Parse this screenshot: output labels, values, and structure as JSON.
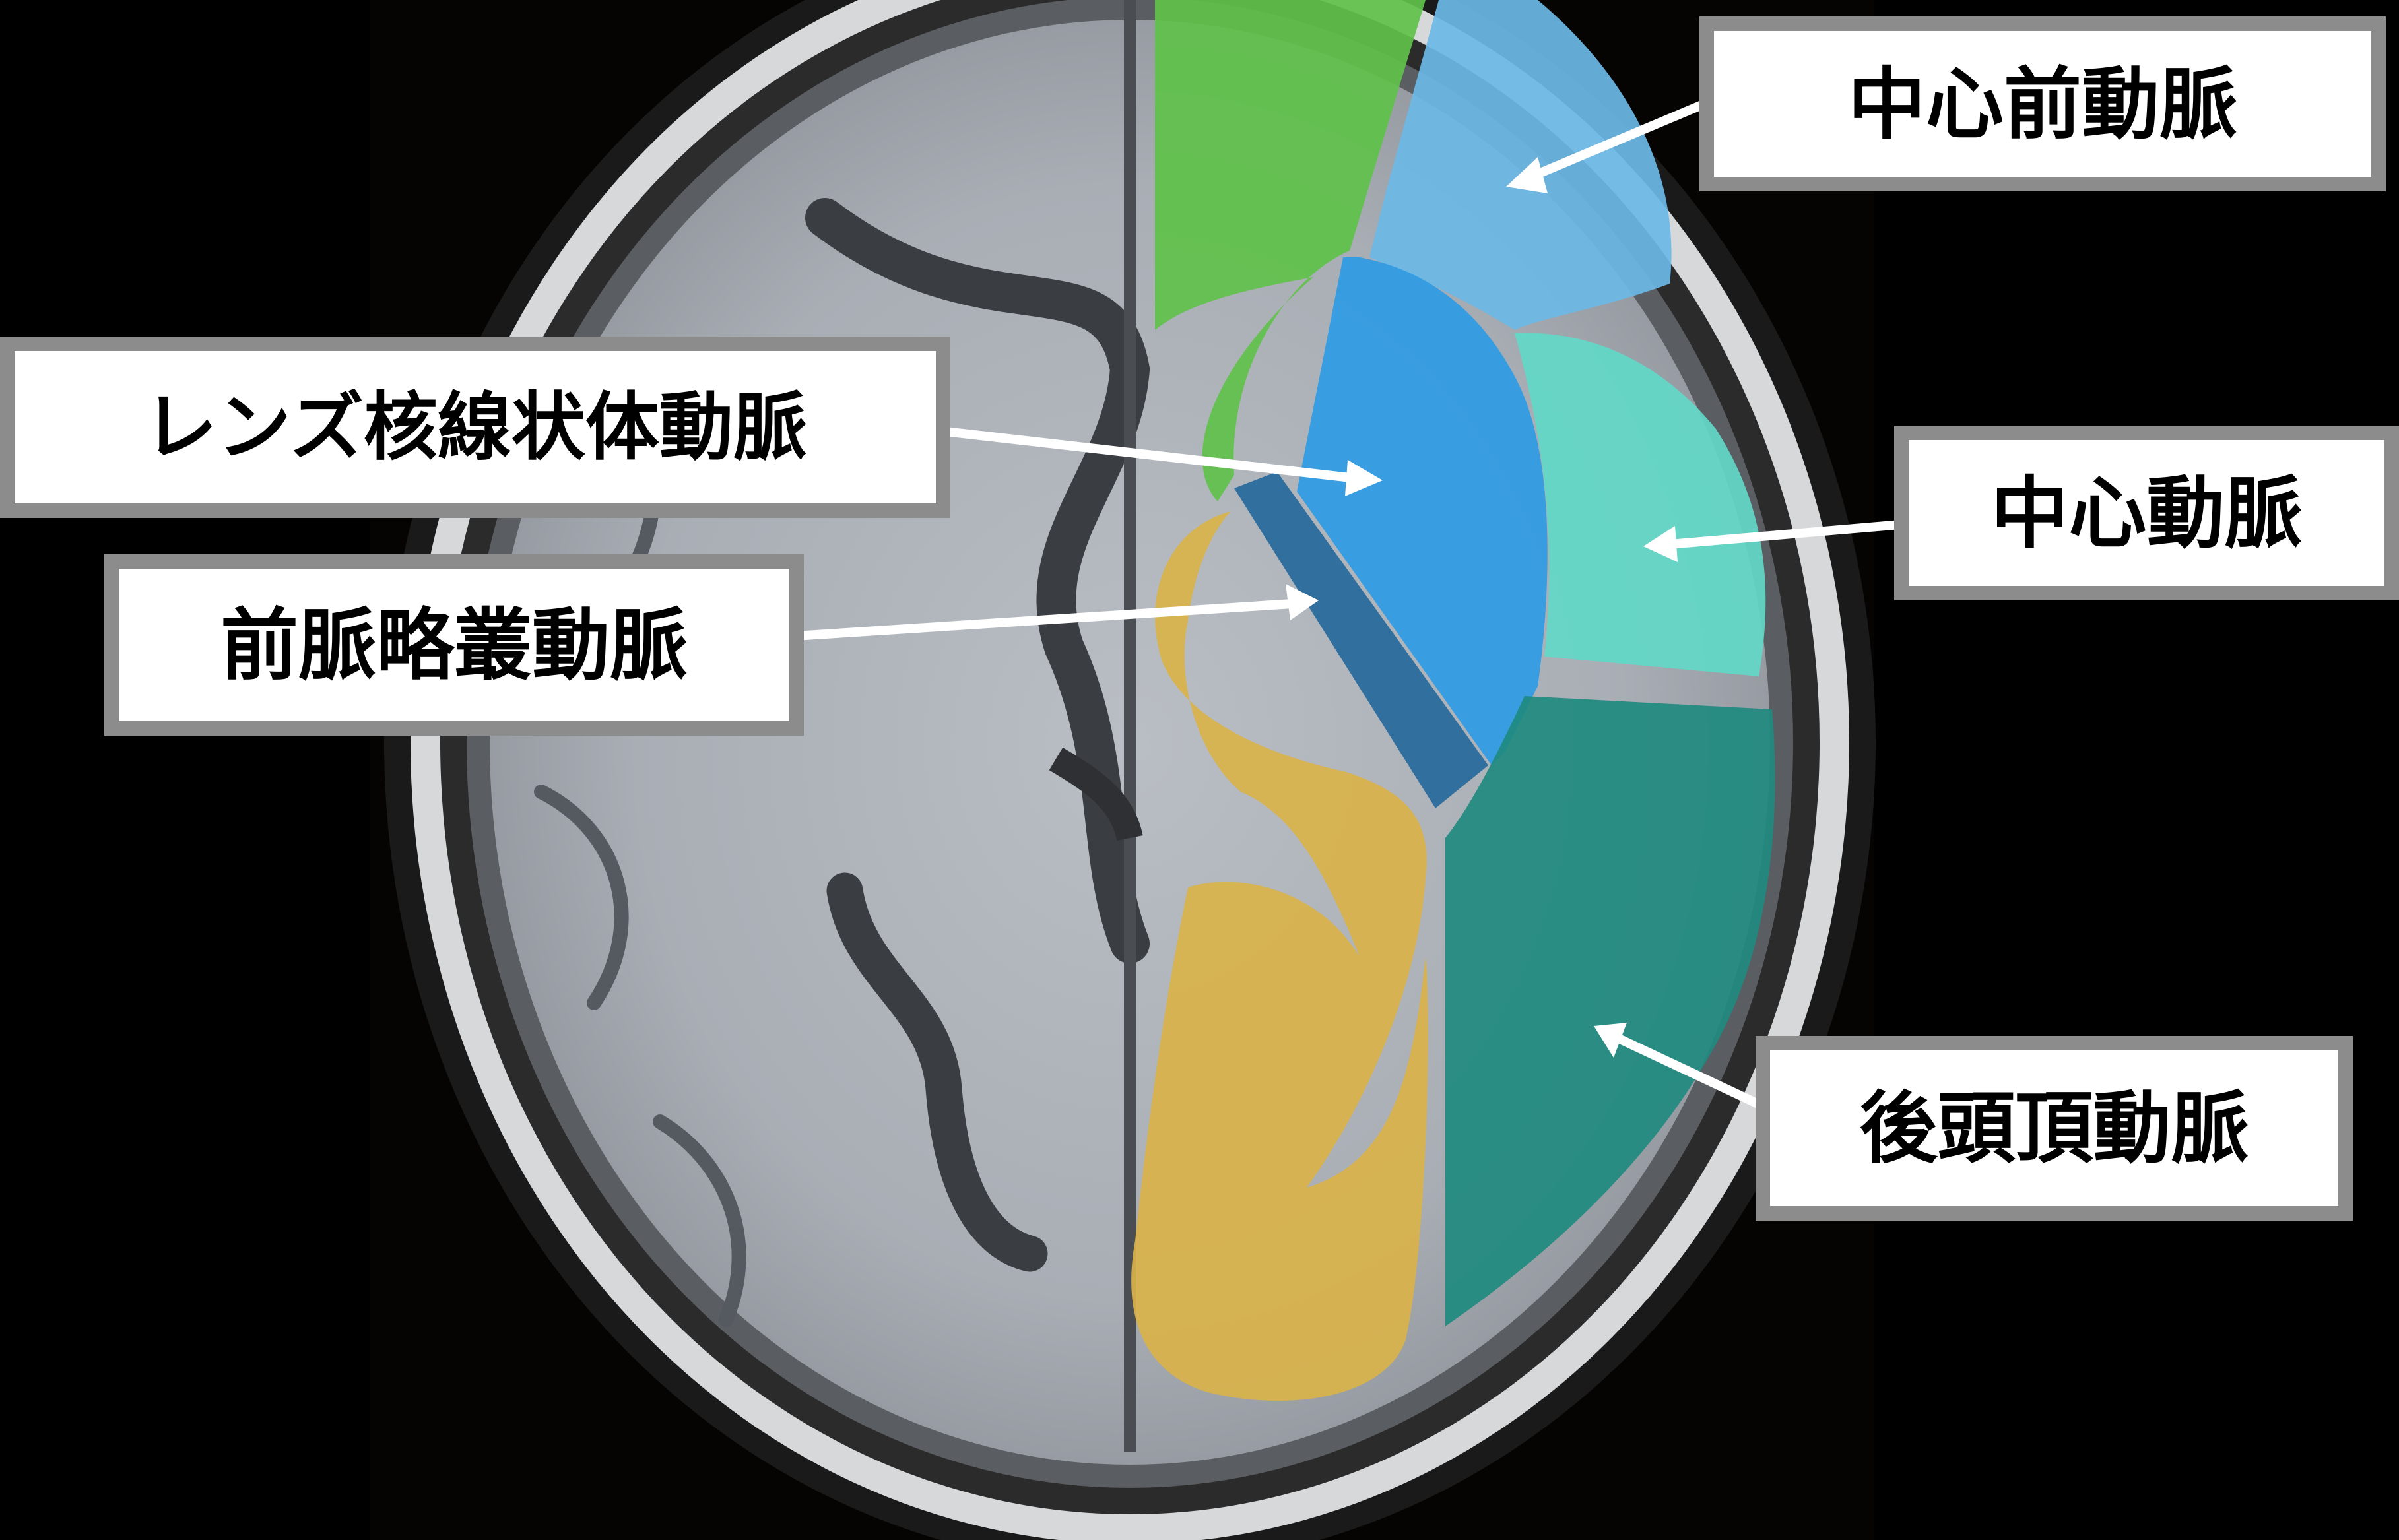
{
  "labels": {
    "precentral": "中心前動脈",
    "lenticulostriate": "レンズ核線状体動脈",
    "central": "中心動脈",
    "anterior_choroidal": "前脈略叢動脈",
    "parieto_occipital": "後頭頂動脈"
  },
  "colors": {
    "green_region": "#5fc14a",
    "precentral_region": "#6bb8e6",
    "lenticulostriate_region": "#2f9be4",
    "central_region": "#62d8c8",
    "anterior_choroidal_region": "#2a6b9c",
    "pca_region": "#d9b24a",
    "parieto_occipital_region": "#1f8a7f",
    "label_border": "#8c8c8c"
  },
  "image_subject": "axial-mri-brain-vascular-territories"
}
